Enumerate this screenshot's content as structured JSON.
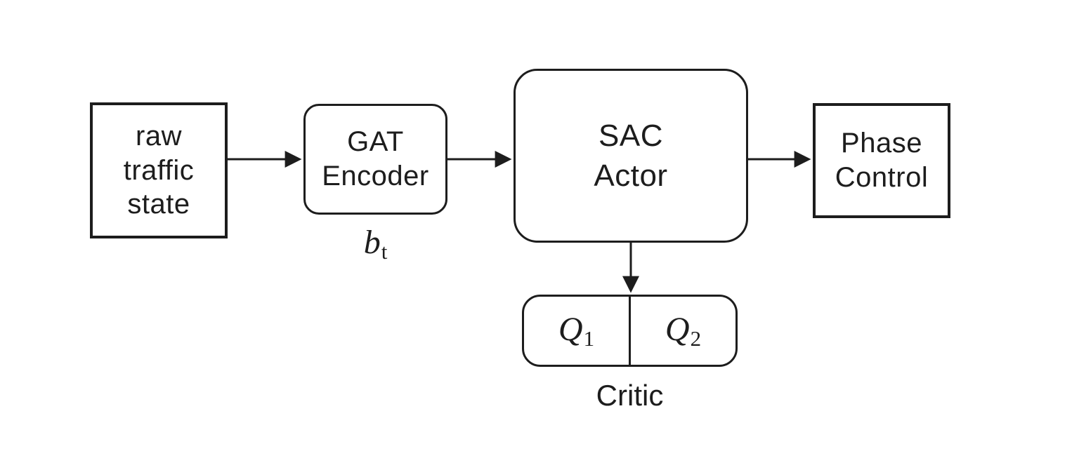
{
  "figure": {
    "background": "#ffffff",
    "ink": "#1d1d1d"
  },
  "nodes": {
    "raw_state": {
      "label": "raw\ntraffic\nstate"
    },
    "gat_encoder": {
      "label": "GAT\nEncoder"
    },
    "encoder_output": {
      "base": "b",
      "sub": "t"
    },
    "sac_actor": {
      "label": "SAC\nActor"
    },
    "phase_control": {
      "label": "Phase\nControl"
    },
    "critic": {
      "label": "Critic",
      "q1": {
        "base": "Q",
        "sub": "1"
      },
      "q2": {
        "base": "Q",
        "sub": "2"
      }
    }
  },
  "edges": [
    {
      "from": "raw traffic state",
      "to": "GAT Encoder"
    },
    {
      "from": "GAT Encoder",
      "to": "SAC Actor"
    },
    {
      "from": "SAC Actor",
      "to": "Phase Control"
    },
    {
      "from": "SAC Actor",
      "to": "Critic"
    }
  ]
}
